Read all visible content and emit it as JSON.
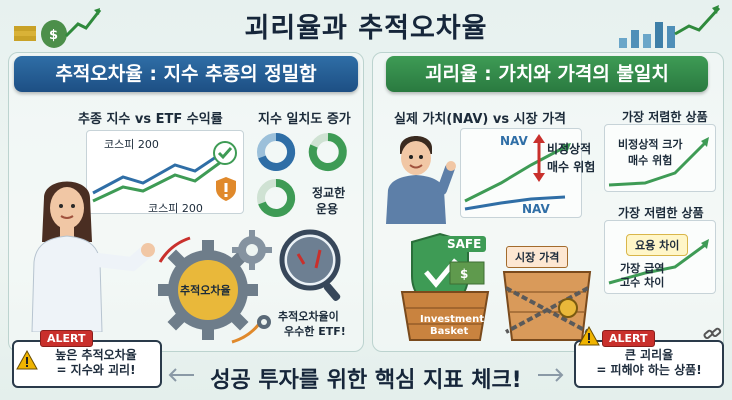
{
  "title": "괴리율과 추적오차율",
  "left": {
    "banner": "추적오차율 : 지수 추종의 정밀함",
    "chart_title": "추종 지수 vs ETF 수익률",
    "series_label_top": "코스피 200",
    "series_label_bottom": "코스피 200",
    "consistency_title": "지수 일치도 증가",
    "precise_label_1": "정교한",
    "precise_label_2": "운용",
    "gear_label": "추적오차율",
    "excellent_1": "추적오차율이",
    "excellent_2": "우수한 ETF!",
    "alert_tag": "ALERT",
    "alert_line1": "높은 추적오차율",
    "alert_line2": "= 지수와 괴리!"
  },
  "right": {
    "banner": "괴리율 : 가치와 가격의 불일치",
    "chart_title": "실제 가치(NAV) vs 시장 가격",
    "nav_top": "NAV",
    "nav_bottom": "NAV",
    "irrational_1": "비정상적",
    "irrational_2": "매수 위험",
    "cheapest_title_1": "가장 저렴한 상품",
    "irrational_size_1": "비정상적 크가",
    "irrational_size_2": "매수 위험",
    "cheapest_title_2": "가장 저렴한 상품",
    "fee_diff": "요용 차이",
    "steep_1": "가장 급역",
    "steep_2": "고수 차이",
    "safe_label": "SAFE",
    "basket_1": "Investment",
    "basket_2": "Basket",
    "market_price": "시장 가격",
    "alert_tag": "ALERT",
    "alert_line1": "큰 괴리율",
    "alert_line2": "= 피해야 하는 상품!"
  },
  "footer": "성공 투자를 위한 핵심 지표 체크!",
  "colors": {
    "blue": "#2f6ea6",
    "green": "#3e9b55",
    "red": "#c9302c",
    "orange": "#e0892b"
  }
}
